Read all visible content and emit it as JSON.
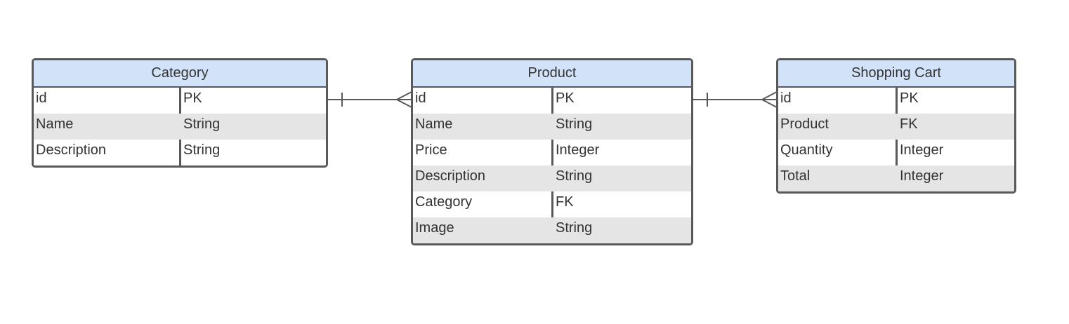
{
  "entities": {
    "category": {
      "title": "Category",
      "rows": [
        {
          "name": "id",
          "type": "PK"
        },
        {
          "name": "Name",
          "type": "String"
        },
        {
          "name": "Description",
          "type": "String"
        }
      ]
    },
    "product": {
      "title": "Product",
      "rows": [
        {
          "name": "id",
          "type": "PK"
        },
        {
          "name": "Name",
          "type": "String"
        },
        {
          "name": "Price",
          "type": "Integer"
        },
        {
          "name": "Description",
          "type": "String"
        },
        {
          "name": "Category",
          "type": "FK"
        },
        {
          "name": "Image",
          "type": "String"
        }
      ]
    },
    "shopping_cart": {
      "title": "Shopping Cart",
      "rows": [
        {
          "name": "id",
          "type": "PK"
        },
        {
          "name": "Product",
          "type": "FK"
        },
        {
          "name": "Quantity",
          "type": "Integer"
        },
        {
          "name": "Total",
          "type": "Integer"
        }
      ]
    }
  },
  "relationships": [
    {
      "from": "category",
      "to": "product",
      "from_end": "one",
      "to_end": "many"
    },
    {
      "from": "product",
      "to": "shopping_cart",
      "from_end": "one",
      "to_end": "many"
    }
  ],
  "colors": {
    "header_fill": "#d2e2f8",
    "border": "#595959",
    "row_shade": "#e5e5e5",
    "text": "#333333"
  }
}
